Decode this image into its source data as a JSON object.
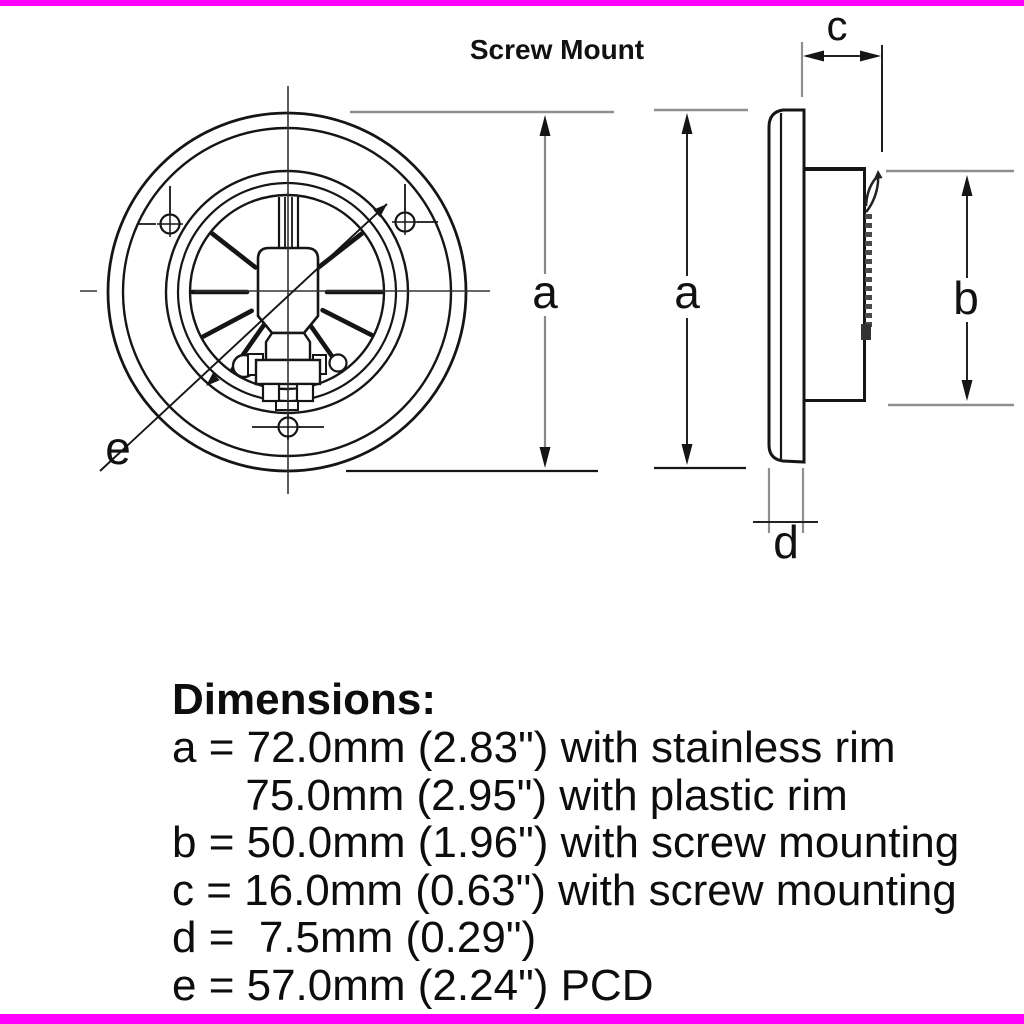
{
  "title": "Screw Mount",
  "labels": {
    "a": "a",
    "b": "b",
    "c": "c",
    "d": "d",
    "e": "e"
  },
  "dimensions_text": {
    "heading": "Dimensions:",
    "lines": [
      "a = 72.0mm (2.83\") with stainless rim",
      "      75.0mm (2.95\") with plastic rim",
      "b = 50.0mm (1.96\") with screw mounting",
      "c = 16.0mm (0.63\") with screw mounting",
      "d =  7.5mm (0.29\")",
      "e = 57.0mm (2.24\") PCD"
    ]
  },
  "dimension_values": {
    "a_mm": "72.0",
    "a_alt_mm": "75.0",
    "b_mm": "50.0",
    "c_mm": "16.0",
    "d_mm": "7.5",
    "e_mm": "57.0"
  },
  "colors": {
    "border": "#ff00ff",
    "ink": "#151515",
    "extension_line": "#8f8f8f",
    "background": "#ffffff"
  }
}
